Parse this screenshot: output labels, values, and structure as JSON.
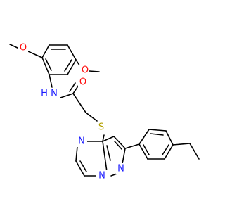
{
  "molecule": {
    "atom_labels": {
      "o_methoxy_top": "O",
      "o_methoxy_right": "O",
      "o_carbonyl": "O",
      "n_amide": "N",
      "h_amide": "H",
      "sulfur": "S",
      "n_pyrazine": "N",
      "n_bridge": "N",
      "n_pyrazole": "N"
    },
    "colors": {
      "bond": "#000000",
      "oxygen": "#ff0d0d",
      "nitrogen": "#1a1aff",
      "sulfur": "#b3a100"
    }
  }
}
